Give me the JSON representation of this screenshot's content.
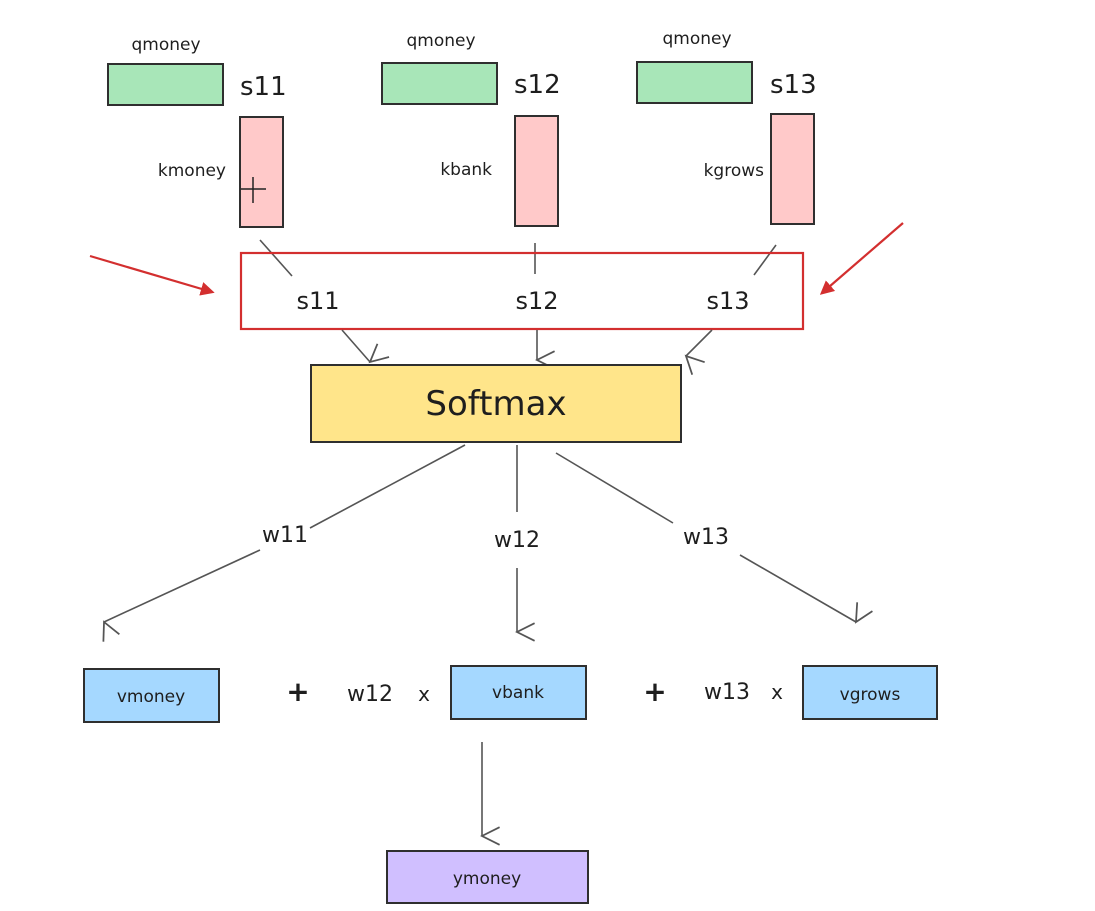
{
  "colors": {
    "query": "#a8e6b8",
    "key": "#ffc9c9",
    "softmax": "#ffe58a",
    "value": "#a5d8ff",
    "output": "#d0bfff",
    "highlight": "#d32f2f"
  },
  "queries": [
    {
      "label": "qmoney",
      "score": "s11",
      "key": "kmoney"
    },
    {
      "label": "qmoney",
      "score": "s12",
      "key": "kbank"
    },
    {
      "label": "qmoney",
      "score": "s13",
      "key": "kgrows"
    }
  ],
  "scores_box": {
    "items": [
      "s11",
      "s12",
      "s13"
    ]
  },
  "softmax": {
    "label": "Softmax"
  },
  "weights": [
    "w11",
    "w12",
    "w13"
  ],
  "sum": {
    "values": [
      "vmoney",
      "vbank",
      "vgrows"
    ],
    "plus": "+",
    "times": "x",
    "w12": "w12",
    "w13": "w13"
  },
  "output": {
    "label": "ymoney"
  },
  "cursor": "crosshair-cursor"
}
